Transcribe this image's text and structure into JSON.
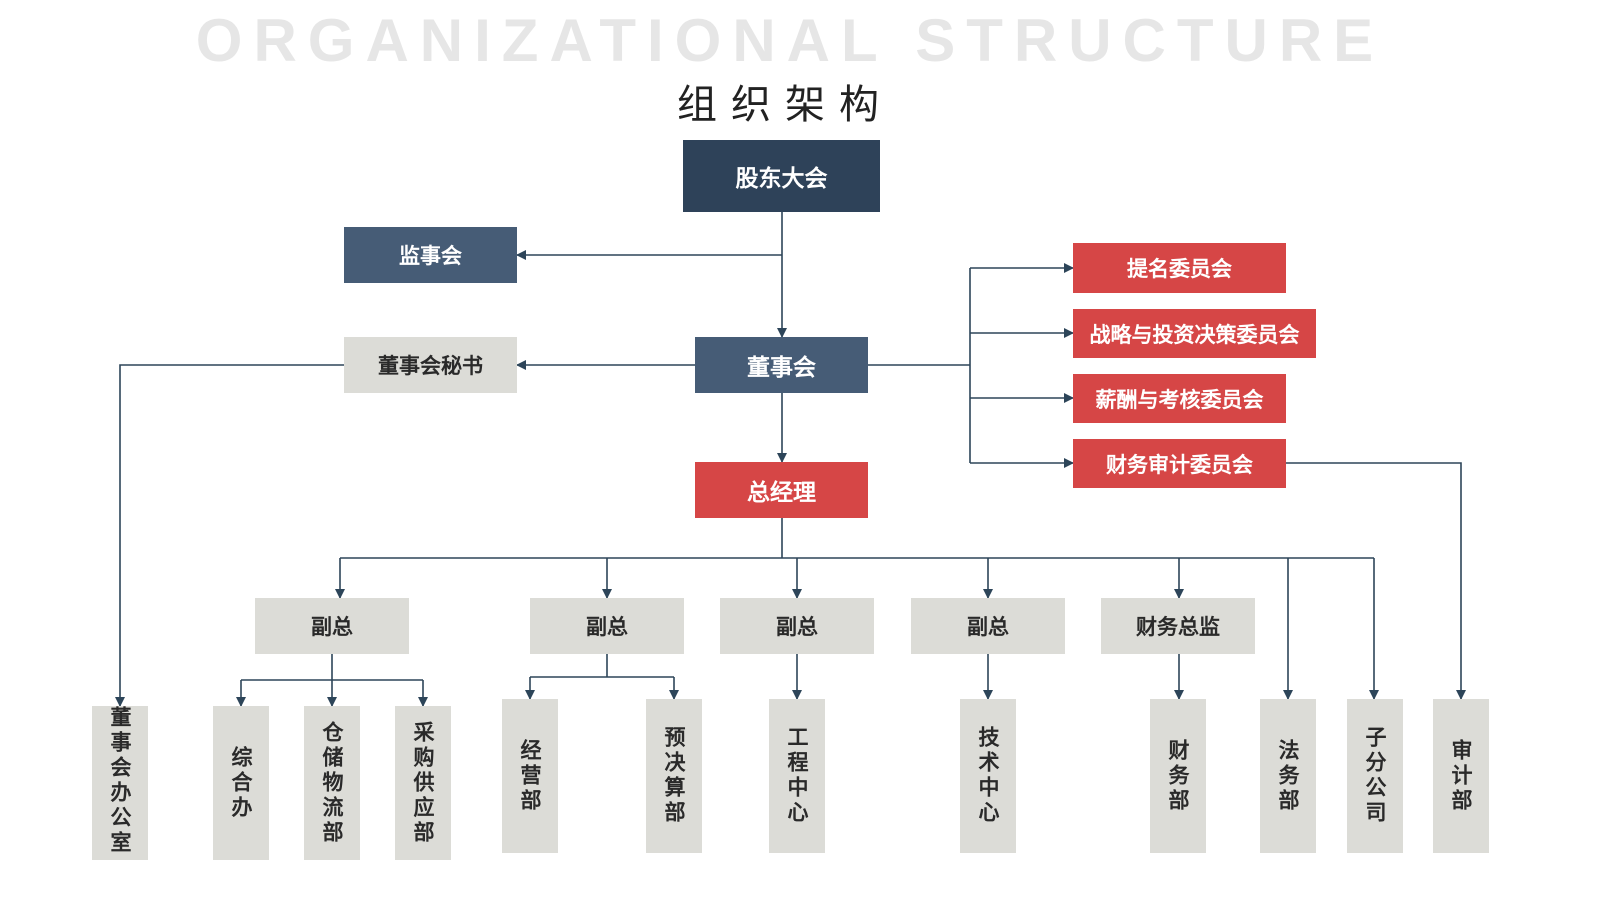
{
  "header": {
    "background_title": "ORGANIZATIONAL STRUCTURE",
    "title": "组织架构"
  },
  "colors": {
    "dark": "#2e4259",
    "mid": "#465c76",
    "red": "#d64646",
    "grey": "#dcdcd7",
    "line": "#2d4559"
  },
  "nodes": {
    "shareholders": "股东大会",
    "supervisors": "监事会",
    "board_secretary": "董事会秘书",
    "board": "董事会",
    "gm": "总经理",
    "committees": [
      "提名委员会",
      "战略与投资决策委员会",
      "薪酬与考核委员会",
      "财务审计委员会"
    ],
    "vps": [
      "副总",
      "副总",
      "副总",
      "副总",
      "财务总监"
    ],
    "departments": [
      "董事会办公室",
      "综合办",
      "仓储物流部",
      "采购供应部",
      "经营部",
      "预决算部",
      "工程中心",
      "技术中心",
      "财务部",
      "法务部",
      "子分公司",
      "审计部"
    ]
  }
}
